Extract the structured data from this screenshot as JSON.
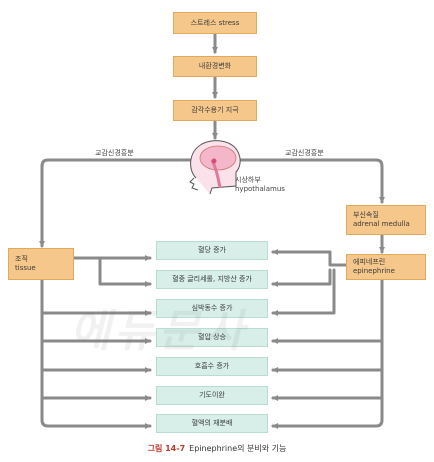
{
  "top_chain": [
    "스트레스 stress",
    "내환경변화",
    "감각수용기 지극"
  ],
  "left_nerve_label": "교감신경흥분",
  "right_nerve_label": "교감신경흥분",
  "hypothalamus_label": [
    "시상하부",
    "hypothalamus"
  ],
  "left_box": [
    "조직",
    "tissue"
  ],
  "right_box_top": [
    "부신속질",
    "adrenal medulla"
  ],
  "right_box_bottom": [
    "에피네프린",
    "epinephrine"
  ],
  "effects": [
    "혈당 증가",
    "혈중 글리세롤, 지방산 증가",
    "심박동수 증가",
    "혈압 상승",
    "호흡수 증가",
    "기도이완",
    "혈액의 재분배"
  ],
  "watermark": "에듀문사",
  "caption": {
    "figure": "그림 14-7",
    "text": "Epinephrine의 분비와 기능"
  },
  "colors": {
    "orange": "#f6c78a",
    "green": "#d8efe9",
    "line": "#8a8a8a",
    "caption_red": "#c0392b"
  }
}
